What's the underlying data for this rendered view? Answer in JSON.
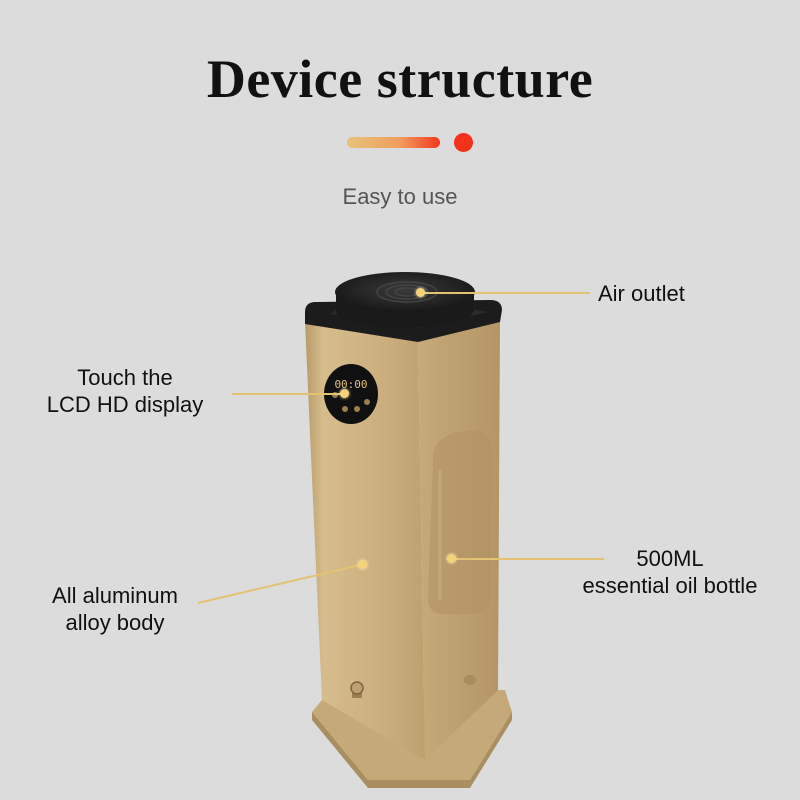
{
  "title": "Device structure",
  "subtitle": "Easy to use",
  "lcd_readout": "00:00",
  "callouts": {
    "air_outlet": "Air outlet",
    "display_line1": "Touch the",
    "display_line2": "LCD HD display",
    "bottle_line1": "500ML",
    "bottle_line2": "essential oil bottle",
    "body_line1": "All aluminum",
    "body_line2": "alloy body"
  },
  "colors": {
    "background": "#dcdcdc",
    "gold_body": "#c9ad7c",
    "callout_line": "#e4c274",
    "accent_red": "#f2321c"
  }
}
